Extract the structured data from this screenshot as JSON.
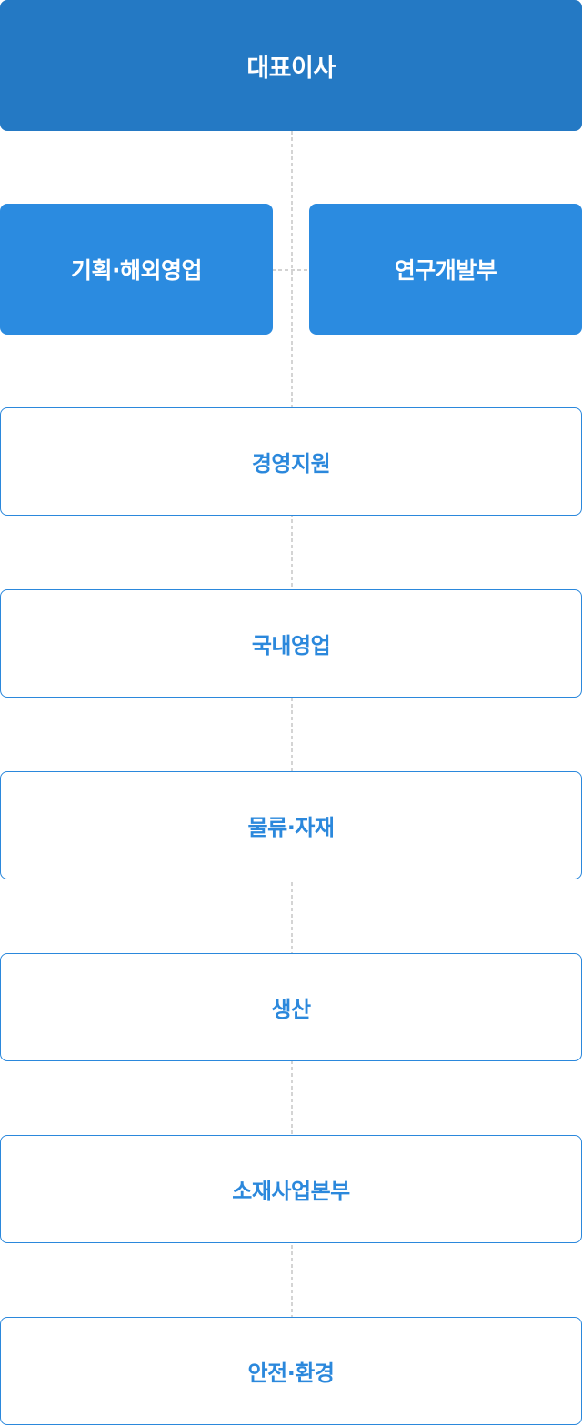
{
  "colors": {
    "ceo_bg": "#2479c4",
    "staff_bg": "#2b8be0",
    "dept_border": "#2b88dc",
    "dept_text": "#2b88dc",
    "line": "#b8b8b8",
    "marker": "#2b88dc"
  },
  "ceo": {
    "label": "대표이사"
  },
  "staff": [
    {
      "label": "기획·해외영업"
    },
    {
      "label": "연구개발부"
    }
  ],
  "departments": [
    {
      "label": "경영지원"
    },
    {
      "label": "국내영업"
    },
    {
      "label": "물류·자재"
    },
    {
      "label": "생산"
    },
    {
      "label": "소재사업본부"
    },
    {
      "label": "안전·환경"
    }
  ]
}
